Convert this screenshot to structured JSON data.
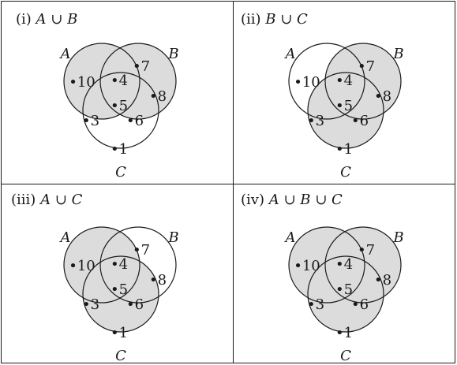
{
  "colors": {
    "shade": "#dcdcdc",
    "stroke": "#1a1a1a",
    "background": "#ffffff"
  },
  "sets": [
    "A",
    "B",
    "C"
  ],
  "panels": [
    {
      "index": "(i)",
      "expression": "A ∪ B",
      "shaded": [
        "A",
        "B"
      ]
    },
    {
      "index": "(ii)",
      "expression": "B ∪ C",
      "shaded": [
        "B",
        "C"
      ]
    },
    {
      "index": "(iii)",
      "expression": "A ∪ C",
      "shaded": [
        "A",
        "C"
      ]
    },
    {
      "index": "(iv)",
      "expression": "A ∪ B ∪ C",
      "shaded": [
        "A",
        "B",
        "C"
      ]
    }
  ],
  "elements": [
    {
      "label": "•10",
      "region": "A only"
    },
    {
      "label": "•7",
      "region": "B only"
    },
    {
      "label": "•8",
      "region": "B only"
    },
    {
      "label": "•4",
      "region": "A and B only"
    },
    {
      "label": "•5",
      "region": "A and B and C"
    },
    {
      "label": "•3",
      "region": "A and C only"
    },
    {
      "label": "•6",
      "region": "B and C only"
    },
    {
      "label": "•1",
      "region": "C only"
    }
  ]
}
